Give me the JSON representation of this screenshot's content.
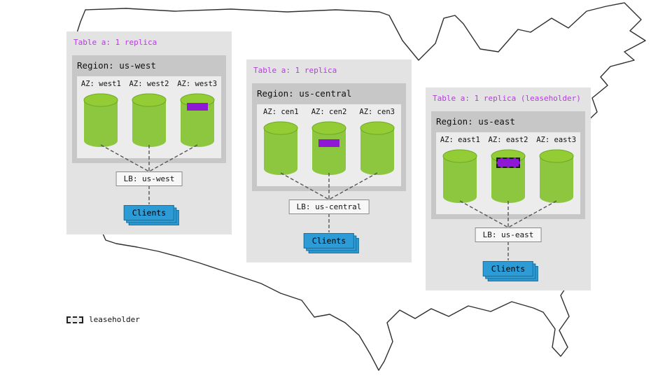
{
  "colors": {
    "table_label_purple": "#b03fd6",
    "replica_marker_purple": "#8f17d6",
    "cylinder_green": "#8dc63f",
    "clients_blue": "#2d9bd6"
  },
  "legend": {
    "label": "leaseholder"
  },
  "regions": [
    {
      "table_label": "Table a: 1 replica",
      "region_label": "Region: us-west",
      "azs": [
        {
          "label": "AZ: west1",
          "replica": false
        },
        {
          "label": "AZ: west2",
          "replica": false
        },
        {
          "label": "AZ: west3",
          "replica": true
        }
      ],
      "lb_label": "LB: us-west",
      "clients_label": "Clients"
    },
    {
      "table_label": "Table a: 1 replica",
      "region_label": "Region: us-central",
      "azs": [
        {
          "label": "AZ: cen1",
          "replica": false
        },
        {
          "label": "AZ: cen2",
          "replica": true
        },
        {
          "label": "AZ: cen3",
          "replica": false
        }
      ],
      "lb_label": "LB: us-central",
      "clients_label": "Clients"
    },
    {
      "table_label": "Table a: 1 replica (leaseholder)",
      "region_label": "Region: us-east",
      "azs": [
        {
          "label": "AZ: east1",
          "replica": false
        },
        {
          "label": "AZ: east2",
          "replica": true,
          "leaseholder": true
        },
        {
          "label": "AZ: east3",
          "replica": false
        }
      ],
      "lb_label": "LB: us-east",
      "clients_label": "Clients"
    }
  ]
}
